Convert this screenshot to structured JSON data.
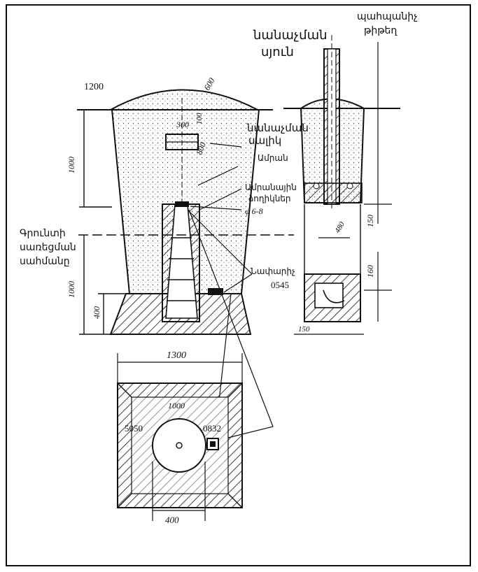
{
  "labels": {
    "sign_post_top": "նանաչման",
    "sign_post_bottom": "սյուն",
    "guard_plate_top": "պահպանիչ",
    "guard_plate_bottom": "թիթեղ",
    "marker_plate_top": "նանաչման",
    "marker_plate_bottom": "սալիկ",
    "anchor": "Ամրան",
    "anchor_rods_top": "Ամրանային",
    "anchor_rods_bottom": "ձողիկներ",
    "rod_spec": "φ 6-8",
    "frost_line_1": "Գրունտի",
    "frost_line_2": "սառեցման",
    "frost_line_3": "սահմանը",
    "lock": "Նափարիչ",
    "code_0545": "0545",
    "code_5050": "5050",
    "code_0832": "0832",
    "code_1200": "1200"
  },
  "dimensions": {
    "d300": "300",
    "d100a": "100",
    "d600": "600",
    "d800": "800",
    "d1000_upper": "1000",
    "d1000_lower": "1000",
    "d400_side": "400",
    "d480": "480",
    "d150_side": "150",
    "d160": "160",
    "d150_bottom": "150",
    "d1300": "1300",
    "d1000_plan": "1000",
    "d400_plan": "400"
  }
}
